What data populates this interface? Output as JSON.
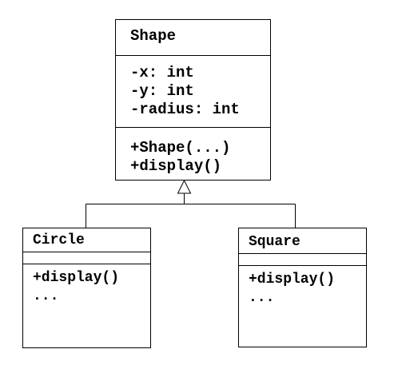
{
  "classes": {
    "shape": {
      "name": "Shape",
      "attributes": [
        "-x: int",
        "-y: int",
        "-radius: int"
      ],
      "operations": [
        "+Shape(...)",
        "+display()"
      ]
    },
    "circle": {
      "name": "Circle",
      "attributes": [],
      "operations": [
        "+display()",
        "..."
      ]
    },
    "square": {
      "name": "Square",
      "attributes": [],
      "operations": [
        "+display()",
        "..."
      ]
    }
  },
  "relationships": [
    {
      "type": "generalization",
      "from": "Circle",
      "to": "Shape"
    },
    {
      "type": "generalization",
      "from": "Square",
      "to": "Shape"
    }
  ],
  "colors": {
    "line": "#000000",
    "background": "#ffffff",
    "arrowhead_fill": "#ffffff"
  }
}
